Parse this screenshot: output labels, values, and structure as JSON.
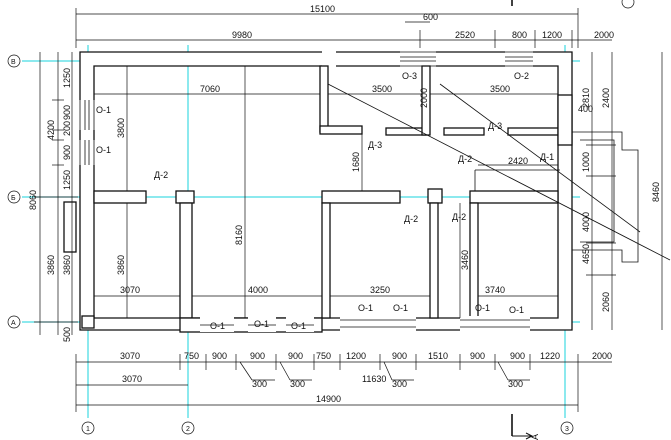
{
  "colors": {
    "axis_line": "#19d3dd",
    "ink": "#111111",
    "background": "#ffffff"
  },
  "axes": {
    "h_b": "В",
    "h_b2": "Б",
    "h_a": "А",
    "v_1": "1",
    "v_2": "2",
    "v_3": "3"
  },
  "dims": {
    "d15100": "15100",
    "d600": "600",
    "d9980": "9980",
    "d2520": "2520",
    "d800t": "800",
    "d1200t": "1200",
    "d2000t": "2000",
    "d7060": "7060",
    "d3500a": "3500",
    "d3500b": "3500",
    "d2810": "2810",
    "d400": "400",
    "d2000c": "2000",
    "d2420": "2420",
    "d1680": "1680",
    "d1000": "1000",
    "d4000r": "4000",
    "d2400": "2400",
    "d8460": "8460",
    "d4650": "4650",
    "d2060": "2060",
    "d3070a": "3070",
    "d4000a": "4000",
    "d3250": "3250",
    "d3740": "3740",
    "d3800": "3800",
    "d3860a": "3860",
    "d3860b": "3860",
    "d3860c": "3860",
    "d8160": "8160",
    "d3460": "3460",
    "l1250a": "1250",
    "l900a": "900",
    "l200": "200",
    "l900b": "900",
    "l1250b": "1250",
    "l4200": "4200",
    "l8060": "8060",
    "l500": "500",
    "b3070": "3070",
    "b750a": "750",
    "b900a": "900",
    "b900b": "900",
    "b900c": "900",
    "b750b": "750",
    "b1200": "1200",
    "b900d": "900",
    "b1510": "1510",
    "b900e": "900",
    "b900f": "900",
    "b1220": "1220",
    "b2000": "2000",
    "b3070b": "3070",
    "b300a": "300",
    "b300b": "300",
    "b11630": "11630",
    "b300c": "300",
    "b300d": "300",
    "b14900": "14900"
  },
  "labels": {
    "o1_l1": "О-1",
    "o1_l2": "О-1",
    "o3": "О-3",
    "o2": "О-2",
    "d3a": "Д-3",
    "d3b": "Д-3",
    "d2a": "Д-2",
    "d2b": "Д-2",
    "d2c": "Д-2",
    "d2d": "Д-2",
    "d1": "Д-1",
    "o1_b1": "О-1",
    "o1_b2": "О-1",
    "o1_b3": "О-1",
    "o1_b4": "О-1",
    "o1_b5": "О-1",
    "o1_b6": "О-1",
    "o1_b7": "О-1"
  },
  "section_mark": "А"
}
